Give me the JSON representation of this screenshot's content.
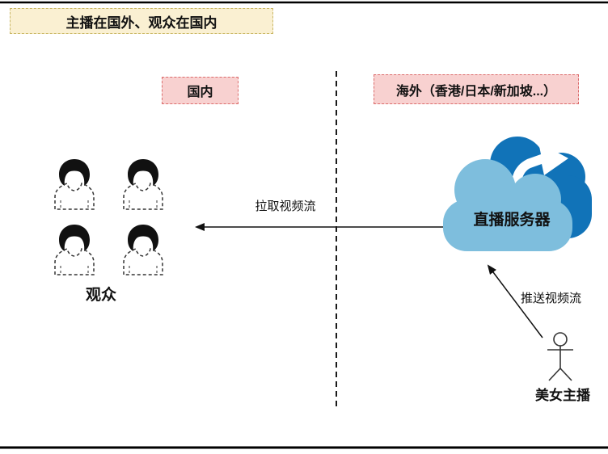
{
  "banner": {
    "label": "主播在国外、观众在国内"
  },
  "regions": {
    "domestic": {
      "label": "国内"
    },
    "overseas": {
      "label": "海外（香港/日本/新加坡...）"
    }
  },
  "nodes": {
    "viewers": {
      "label": "观众",
      "icon": "person-icon",
      "icon_count": 4
    },
    "server": {
      "label": "直播服务器",
      "icon": "cloud-sync-icon"
    },
    "broadcaster": {
      "label": "美女主播",
      "icon": "stick-figure-icon"
    }
  },
  "flows": {
    "pull": {
      "label": "拉取视频流",
      "from": "server",
      "to": "viewers"
    },
    "push": {
      "label": "推送视频流",
      "from": "broadcaster",
      "to": "server"
    }
  },
  "colors": {
    "banner_bg": "#FAF0D2",
    "banner_border": "#C9B765",
    "region_bg": "#F8D1D0",
    "region_border": "#DB6B6B",
    "cloud_dark": "#1173B8",
    "cloud_light": "#7EBEDD",
    "line": "#111111"
  }
}
